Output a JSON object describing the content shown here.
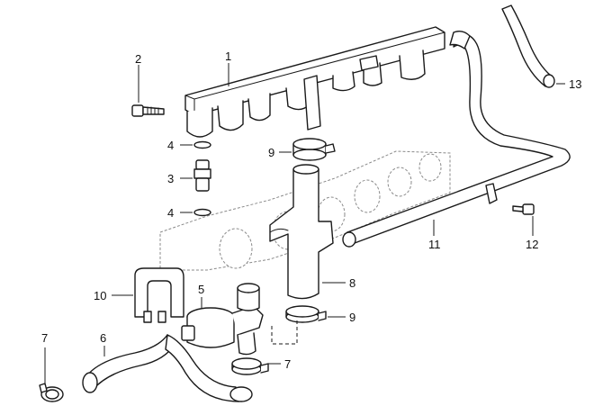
{
  "diagram": {
    "callouts": {
      "c1": "1",
      "c2": "2",
      "c3": "3",
      "c4a": "4",
      "c4b": "4",
      "c5": "5",
      "c6": "6",
      "c7a": "7",
      "c7b": "7",
      "c8": "8",
      "c9a": "9",
      "c9b": "9",
      "c10": "10",
      "c11": "11",
      "c12": "12",
      "c13": "13"
    }
  }
}
